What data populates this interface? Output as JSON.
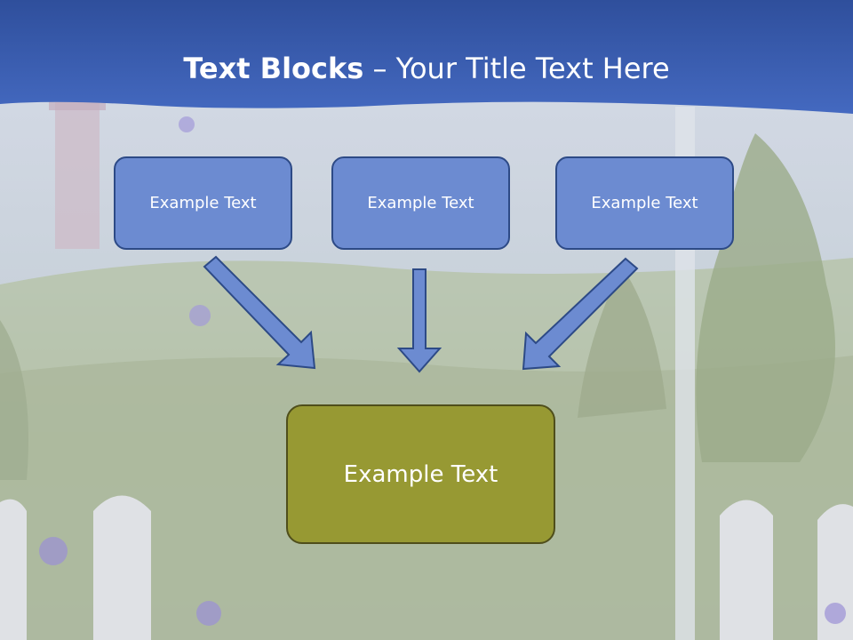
{
  "slide": {
    "title_bold": "Text Blocks",
    "title_rest": " – Your Title Text Here",
    "boxes": {
      "left": "Example Text",
      "center": "Example Text",
      "right": "Example Text"
    },
    "main_box": "Example Text"
  },
  "colors": {
    "header": "#3e64b4",
    "small_box_fill": "#6c8bd1",
    "small_box_border": "#2d4a86",
    "main_box_fill": "#979933",
    "main_box_border": "#4f4e1b",
    "arrow_fill": "#6c8bd1",
    "arrow_border": "#2d4a86",
    "text": "#ffffff"
  }
}
